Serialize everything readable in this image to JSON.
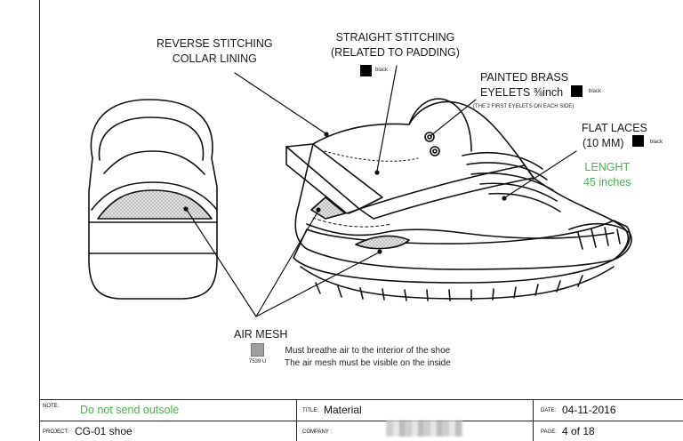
{
  "labels": {
    "reverse_stitching_line1": "REVERSE STITCHING",
    "reverse_stitching_line2": "COLLAR LINING",
    "straight_stitching_line1": "STRAIGHT STITCHING",
    "straight_stitching_line2": "(RELATED TO PADDING)",
    "straight_swatch": "black",
    "eyelets_line1": "PAINTED BRASS",
    "eyelets_line2": "EYELETS ⅜inch",
    "eyelets_swatch": "black",
    "eyelets_note": "(THE 2 FIRST EYELETS ON EACH SIDE)",
    "laces_line1": "FLAT LACES",
    "laces_line2": "(10 MM)",
    "laces_swatch": "black",
    "length_line1": "LENGHT",
    "length_line2": "45 inches",
    "air_mesh": "AIR MESH",
    "air_mesh_code": "7539 U",
    "air_mesh_note1": "Must breathe air to the interior of the shoe",
    "air_mesh_note2": "The air mesh must be visible on the inside"
  },
  "title_block": {
    "note_caption": "NOTE:",
    "note_value": "Do not send outsole",
    "title_caption": "TITLE:",
    "title_value": "Material",
    "date_caption": "DATE:",
    "date_value": "04-11-2016",
    "project_caption": "PROJECT:",
    "project_value": "CG-01 shoe",
    "company_caption": "COMPANY :",
    "page_caption": "PAGE:",
    "page_value": "4 of 18"
  },
  "colors": {
    "swatch_black": "#000000",
    "air_mesh_swatch": "#9e9e9e",
    "accent_green": "#4caf50"
  }
}
